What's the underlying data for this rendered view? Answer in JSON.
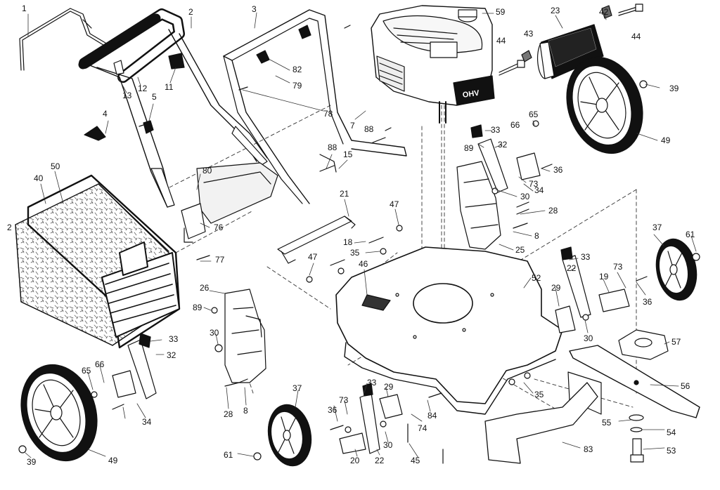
{
  "callouts": [
    {
      "id": "c1",
      "text": "1"
    },
    {
      "id": "c2",
      "text": "2"
    },
    {
      "id": "c3",
      "text": "3"
    },
    {
      "id": "c59",
      "text": "59"
    },
    {
      "id": "c23",
      "text": "23"
    },
    {
      "id": "c42",
      "text": "42"
    },
    {
      "id": "c44a",
      "text": "44"
    },
    {
      "id": "c44b",
      "text": "44"
    },
    {
      "id": "c43",
      "text": "43"
    },
    {
      "id": "c13",
      "text": "13"
    },
    {
      "id": "c12",
      "text": "12"
    },
    {
      "id": "c11",
      "text": "11"
    },
    {
      "id": "c82",
      "text": "82"
    },
    {
      "id": "c79",
      "text": "79"
    },
    {
      "id": "c39a",
      "text": "39"
    },
    {
      "id": "c78",
      "text": "78"
    },
    {
      "id": "c4",
      "text": "4"
    },
    {
      "id": "c5",
      "text": "5"
    },
    {
      "id": "c7",
      "text": "7"
    },
    {
      "id": "c88a",
      "text": "88"
    },
    {
      "id": "c33a",
      "text": "33"
    },
    {
      "id": "c65a",
      "text": "65"
    },
    {
      "id": "c66a",
      "text": "66"
    },
    {
      "id": "c49a",
      "text": "49"
    },
    {
      "id": "c89a",
      "text": "89"
    },
    {
      "id": "c32a",
      "text": "32"
    },
    {
      "id": "c50",
      "text": "50"
    },
    {
      "id": "c40",
      "text": "40"
    },
    {
      "id": "c88b",
      "text": "88"
    },
    {
      "id": "c15",
      "text": "15"
    },
    {
      "id": "c80",
      "text": "80"
    },
    {
      "id": "c36a",
      "text": "36"
    },
    {
      "id": "c73a",
      "text": "73"
    },
    {
      "id": "c34a",
      "text": "34"
    },
    {
      "id": "c30a",
      "text": "30"
    },
    {
      "id": "c21",
      "text": "21"
    },
    {
      "id": "c47a",
      "text": "47"
    },
    {
      "id": "c28a",
      "text": "28"
    },
    {
      "id": "c2b",
      "text": "2"
    },
    {
      "id": "c76",
      "text": "76"
    },
    {
      "id": "c8a",
      "text": "8"
    },
    {
      "id": "c37a",
      "text": "37"
    },
    {
      "id": "c61a",
      "text": "61"
    },
    {
      "id": "c18",
      "text": "18"
    },
    {
      "id": "c35a",
      "text": "35"
    },
    {
      "id": "c25",
      "text": "25"
    },
    {
      "id": "c77",
      "text": "77"
    },
    {
      "id": "c47b",
      "text": "47"
    },
    {
      "id": "c46",
      "text": "46"
    },
    {
      "id": "c33b",
      "text": "33"
    },
    {
      "id": "c22a",
      "text": "22"
    },
    {
      "id": "c73b",
      "text": "73"
    },
    {
      "id": "c19",
      "text": "19"
    },
    {
      "id": "c26",
      "text": "26"
    },
    {
      "id": "c52",
      "text": "52"
    },
    {
      "id": "c29a",
      "text": "29"
    },
    {
      "id": "c36b",
      "text": "36"
    },
    {
      "id": "c89b",
      "text": "89"
    },
    {
      "id": "c30b",
      "text": "30"
    },
    {
      "id": "c30c",
      "text": "30"
    },
    {
      "id": "c57",
      "text": "57"
    },
    {
      "id": "c33c",
      "text": "33"
    },
    {
      "id": "c32b",
      "text": "32"
    },
    {
      "id": "c65b",
      "text": "65"
    },
    {
      "id": "c66b",
      "text": "66"
    },
    {
      "id": "c37b",
      "text": "37"
    },
    {
      "id": "c33d",
      "text": "33"
    },
    {
      "id": "c29b",
      "text": "29"
    },
    {
      "id": "c56",
      "text": "56"
    },
    {
      "id": "c35b",
      "text": "35"
    },
    {
      "id": "c28b",
      "text": "28"
    },
    {
      "id": "c8b",
      "text": "8"
    },
    {
      "id": "c36c",
      "text": "36"
    },
    {
      "id": "c73c",
      "text": "73"
    },
    {
      "id": "c34b",
      "text": "34"
    },
    {
      "id": "c74",
      "text": "74"
    },
    {
      "id": "c84",
      "text": "84"
    },
    {
      "id": "c55",
      "text": "55"
    },
    {
      "id": "c54",
      "text": "54"
    },
    {
      "id": "c39b",
      "text": "39"
    },
    {
      "id": "c49b",
      "text": "49"
    },
    {
      "id": "c61b",
      "text": "61"
    },
    {
      "id": "c20",
      "text": "20"
    },
    {
      "id": "c22b",
      "text": "22"
    },
    {
      "id": "c30d",
      "text": "30"
    },
    {
      "id": "c45",
      "text": "45"
    },
    {
      "id": "c83",
      "text": "83"
    },
    {
      "id": "c53",
      "text": "53"
    }
  ],
  "engine_badge": "OHV",
  "colors": {
    "ink": "#111111",
    "paper": "#ffffff",
    "tread": "#0d0d0d",
    "shade": "#cfcfcf",
    "fill": "#f2f2f2"
  }
}
